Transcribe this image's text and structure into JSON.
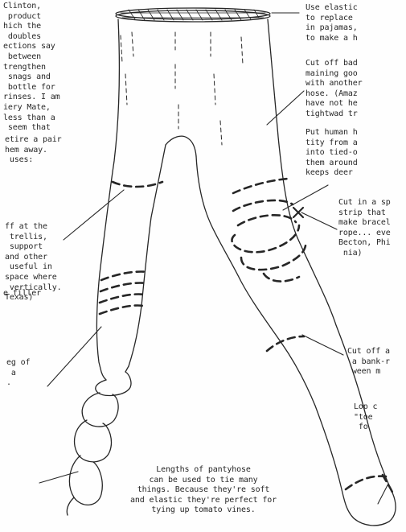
{
  "left_column": {
    "intro": "Clinton,\n product\nhich the\n doubles\nections say\n between\ntrengthen\n snags and\n bottle for\nrinses. I am\niery Mate,\nless than a\n seem that",
    "retire": "etire a pair\nhem away.\n uses:",
    "trellis": "ff at the\n trellis,\n support\nand other\n useful in\nspace where\n vertically.\nTexas)",
    "filler": "e filler",
    "leg": "eg of\n a\n."
  },
  "right_column": {
    "elastic": "Use elastic\nto replace\nin pajamas,\nto make a h",
    "cut_bad": "Cut off bad\nmaining goo\nwith another\nhose. (Amaz\nhave not he\ntightwad tr",
    "human_hair": "Put human h\ntity from a\ninto tied-o\nthem around\nkeeps deer",
    "spiral": "Cut in a sp\nstrip that\nmake bracel\nrope... eve\nBecton, Phi\n nia)",
    "bank": "Cut off a\n a bank-r\n ween m",
    "lop": "Lop c\n\"toe\n fo"
  },
  "caption": "Lengths of pantyhose\ncan be used to tie many\nthings. Because they're soft\nand elastic they're perfect for\ntying up tomato vines."
}
